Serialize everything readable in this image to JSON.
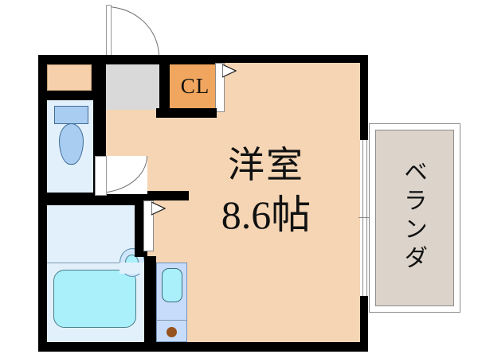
{
  "plan": {
    "title": "間取り図",
    "units": "帖",
    "colors": {
      "wall": "#000000",
      "room_floor": "#f5d5b4",
      "wet_floor": "#e2f0fc",
      "entry_floor": "#d9d9d9",
      "closet_fill": "#f0a65e",
      "shoe_box_fill": "#f5d0ab",
      "veranda_fill": "#dcd4cb",
      "tub_fill": "#a9f0fb",
      "fixture_blue": "#a9cdf0",
      "burner": "#96511d"
    }
  },
  "rooms": {
    "main": {
      "name": "洋室",
      "size": "8.6帖",
      "size_value": 8.6,
      "size_unit": "帖"
    },
    "closet": {
      "label": "CL",
      "full_name": "クローゼット"
    },
    "veranda": {
      "label": "ベランダ"
    },
    "entry": {
      "label": "",
      "name": "玄関"
    },
    "bath": {
      "label": "",
      "name": "浴室"
    },
    "toilet": {
      "label": "",
      "name": "トイレ"
    },
    "kitchen": {
      "label": "",
      "name": "キッチン"
    }
  },
  "fixtures": {
    "toilet": "toilet-icon",
    "bathtub": "bathtub-icon",
    "wash_basin": "wash-basin-icon",
    "kitchen_sink": "kitchen-sink-icon",
    "stove_burner": "stove-burner-icon",
    "shoe_box": "shoe-box-icon"
  },
  "doors": {
    "entrance": {
      "type": "hinged",
      "name": "entrance-door"
    },
    "bath_door": {
      "type": "hinged",
      "name": "bath-door"
    },
    "closet_door": {
      "type": "sliding",
      "name": "closet-sliding-door"
    },
    "kitchen_door": {
      "type": "sliding",
      "name": "kitchen-sliding-door"
    },
    "veranda_window": {
      "type": "sliding-window",
      "name": "veranda-sliding-window"
    }
  }
}
